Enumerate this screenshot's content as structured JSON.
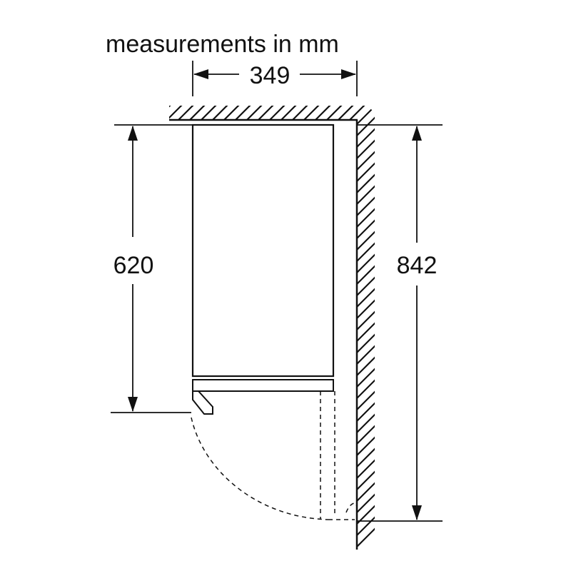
{
  "title": "measurements in mm",
  "dimensions": {
    "width": "349",
    "depth": "620",
    "height": "842"
  },
  "colors": {
    "line": "#111111",
    "background": "#ffffff"
  }
}
